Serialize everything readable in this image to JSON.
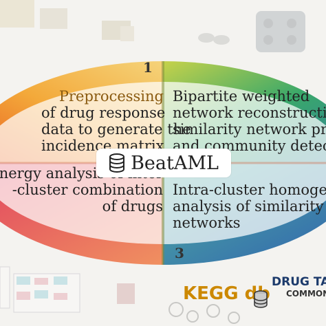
{
  "center": {
    "title": "BeatAML",
    "icon": "database-icon"
  },
  "steps": [
    {
      "number": "1",
      "lines": [
        "Preprocessing",
        "of drug response",
        "data to generate the",
        "incidence matrix"
      ]
    },
    {
      "number": "",
      "lines": [
        "Bipartite weighted",
        "network reconstruction,",
        "similarity network projec",
        "and community detectio"
      ]
    },
    {
      "number": "",
      "lines": [
        "ynergy analysis of inter",
        "-cluster combination",
        "of drugs"
      ]
    },
    {
      "number": "3",
      "lines": [
        "Intra-cluster homogene",
        "analysis of similarity",
        "networks"
      ]
    }
  ],
  "logos": {
    "kegg": "KEGG db",
    "drug_title": "DRUG TAR",
    "drug_sub": "COMMONS"
  },
  "colors": {
    "q1": "#f0b030",
    "q2": "#3aa070",
    "q3": "#d83040",
    "q4": "#3a78c0",
    "background": "#f4f3f0"
  }
}
